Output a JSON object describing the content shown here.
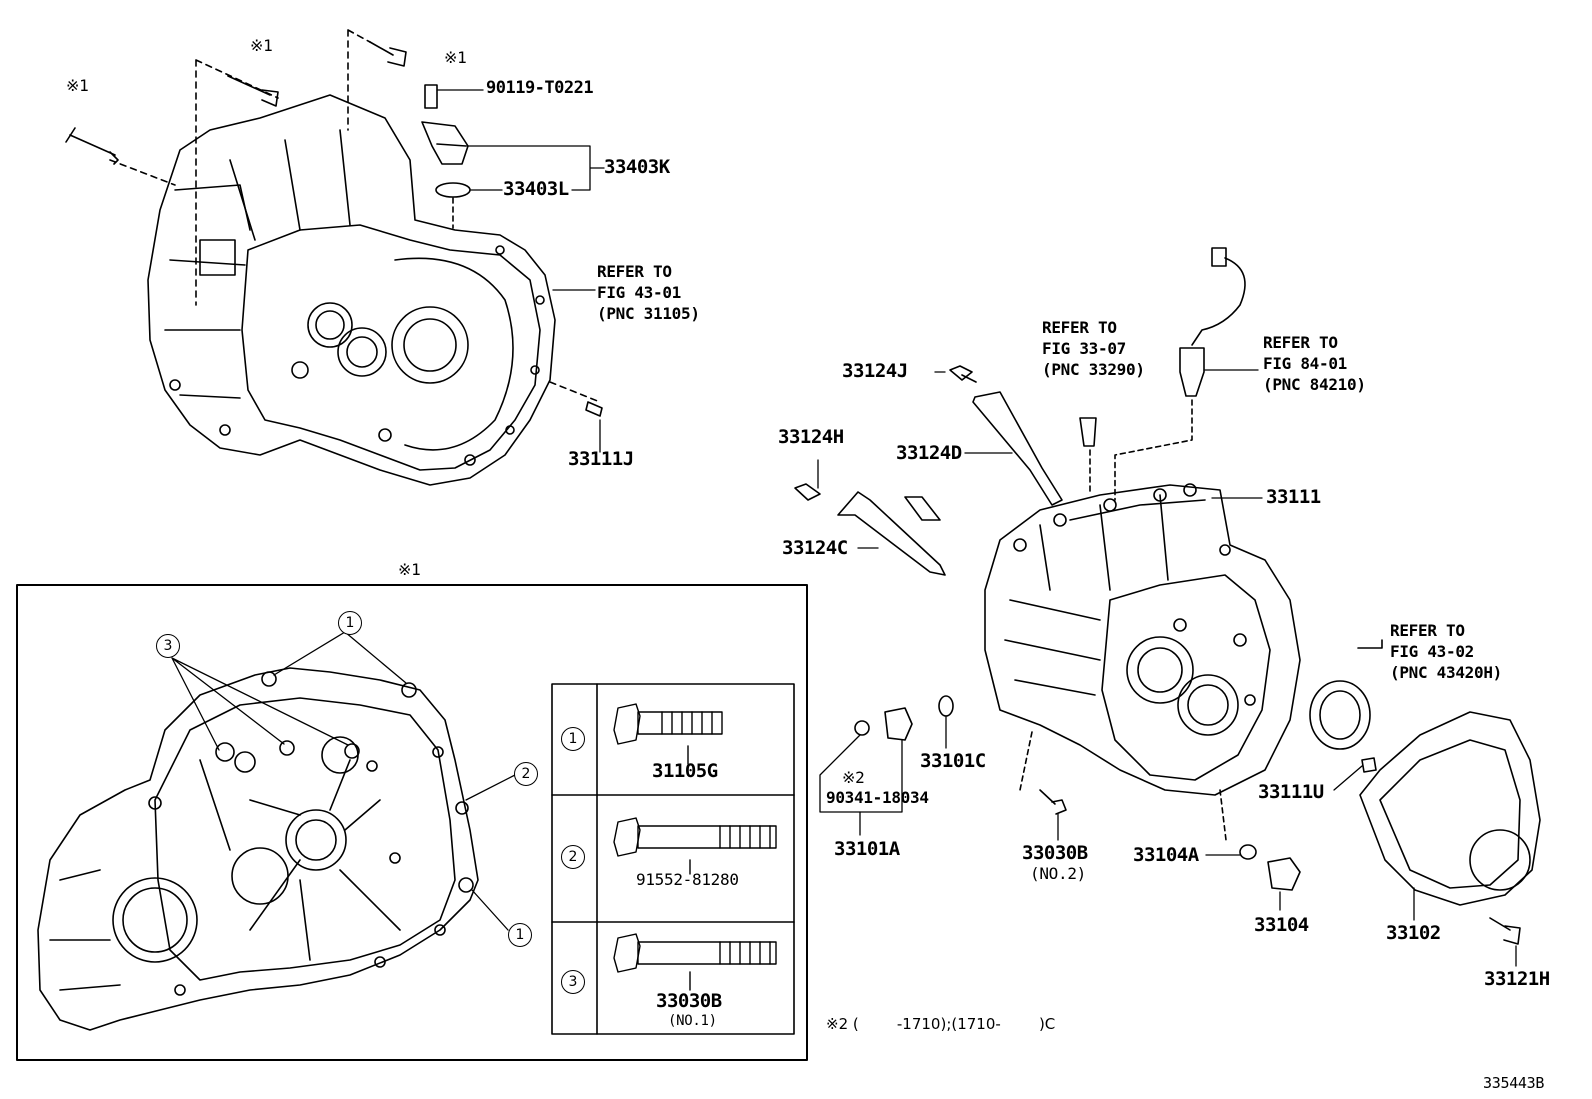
{
  "diagram": {
    "id": "335443B",
    "labels": {
      "p90119": "90119-T0221",
      "p33403K": "33403K",
      "p33403L": "33403L",
      "p33111J": "33111J",
      "p33124J": "33124J",
      "p33124H": "33124H",
      "p33124D": "33124D",
      "p33124C": "33124C",
      "p33111": "33111",
      "p33101C": "33101C",
      "p90341": "90341-18034",
      "p33101A": "33101A",
      "p33030B": "33030B",
      "p33030B_note": "(NO.2)",
      "p33104A": "33104A",
      "p33104": "33104",
      "p33111U": "33111U",
      "p33102": "33102",
      "p33121H": "33121H"
    },
    "marks": {
      "m1": "※1",
      "m2": "※2"
    },
    "refs": {
      "r31105": "REFER TO\nFIG 43-01\n(PNC 31105)",
      "r33290": "REFER TO\nFIG 33-07\n(PNC 33290)",
      "r84210": "REFER TO\nFIG 84-01\n(PNC 84210)",
      "r43420": "REFER TO\nFIG 43-02\n(PNC 43420H)"
    },
    "inset": {
      "title": "※1",
      "circles": [
        "1",
        "2",
        "3"
      ],
      "table": [
        {
          "idx": "1",
          "part": "31105G",
          "note": ""
        },
        {
          "idx": "2",
          "part": "91552-81280",
          "note": ""
        },
        {
          "idx": "3",
          "part": "33030B",
          "note": "(NO.1)"
        }
      ]
    },
    "footnote": "※2 (        -1710);(1710-        )C"
  }
}
